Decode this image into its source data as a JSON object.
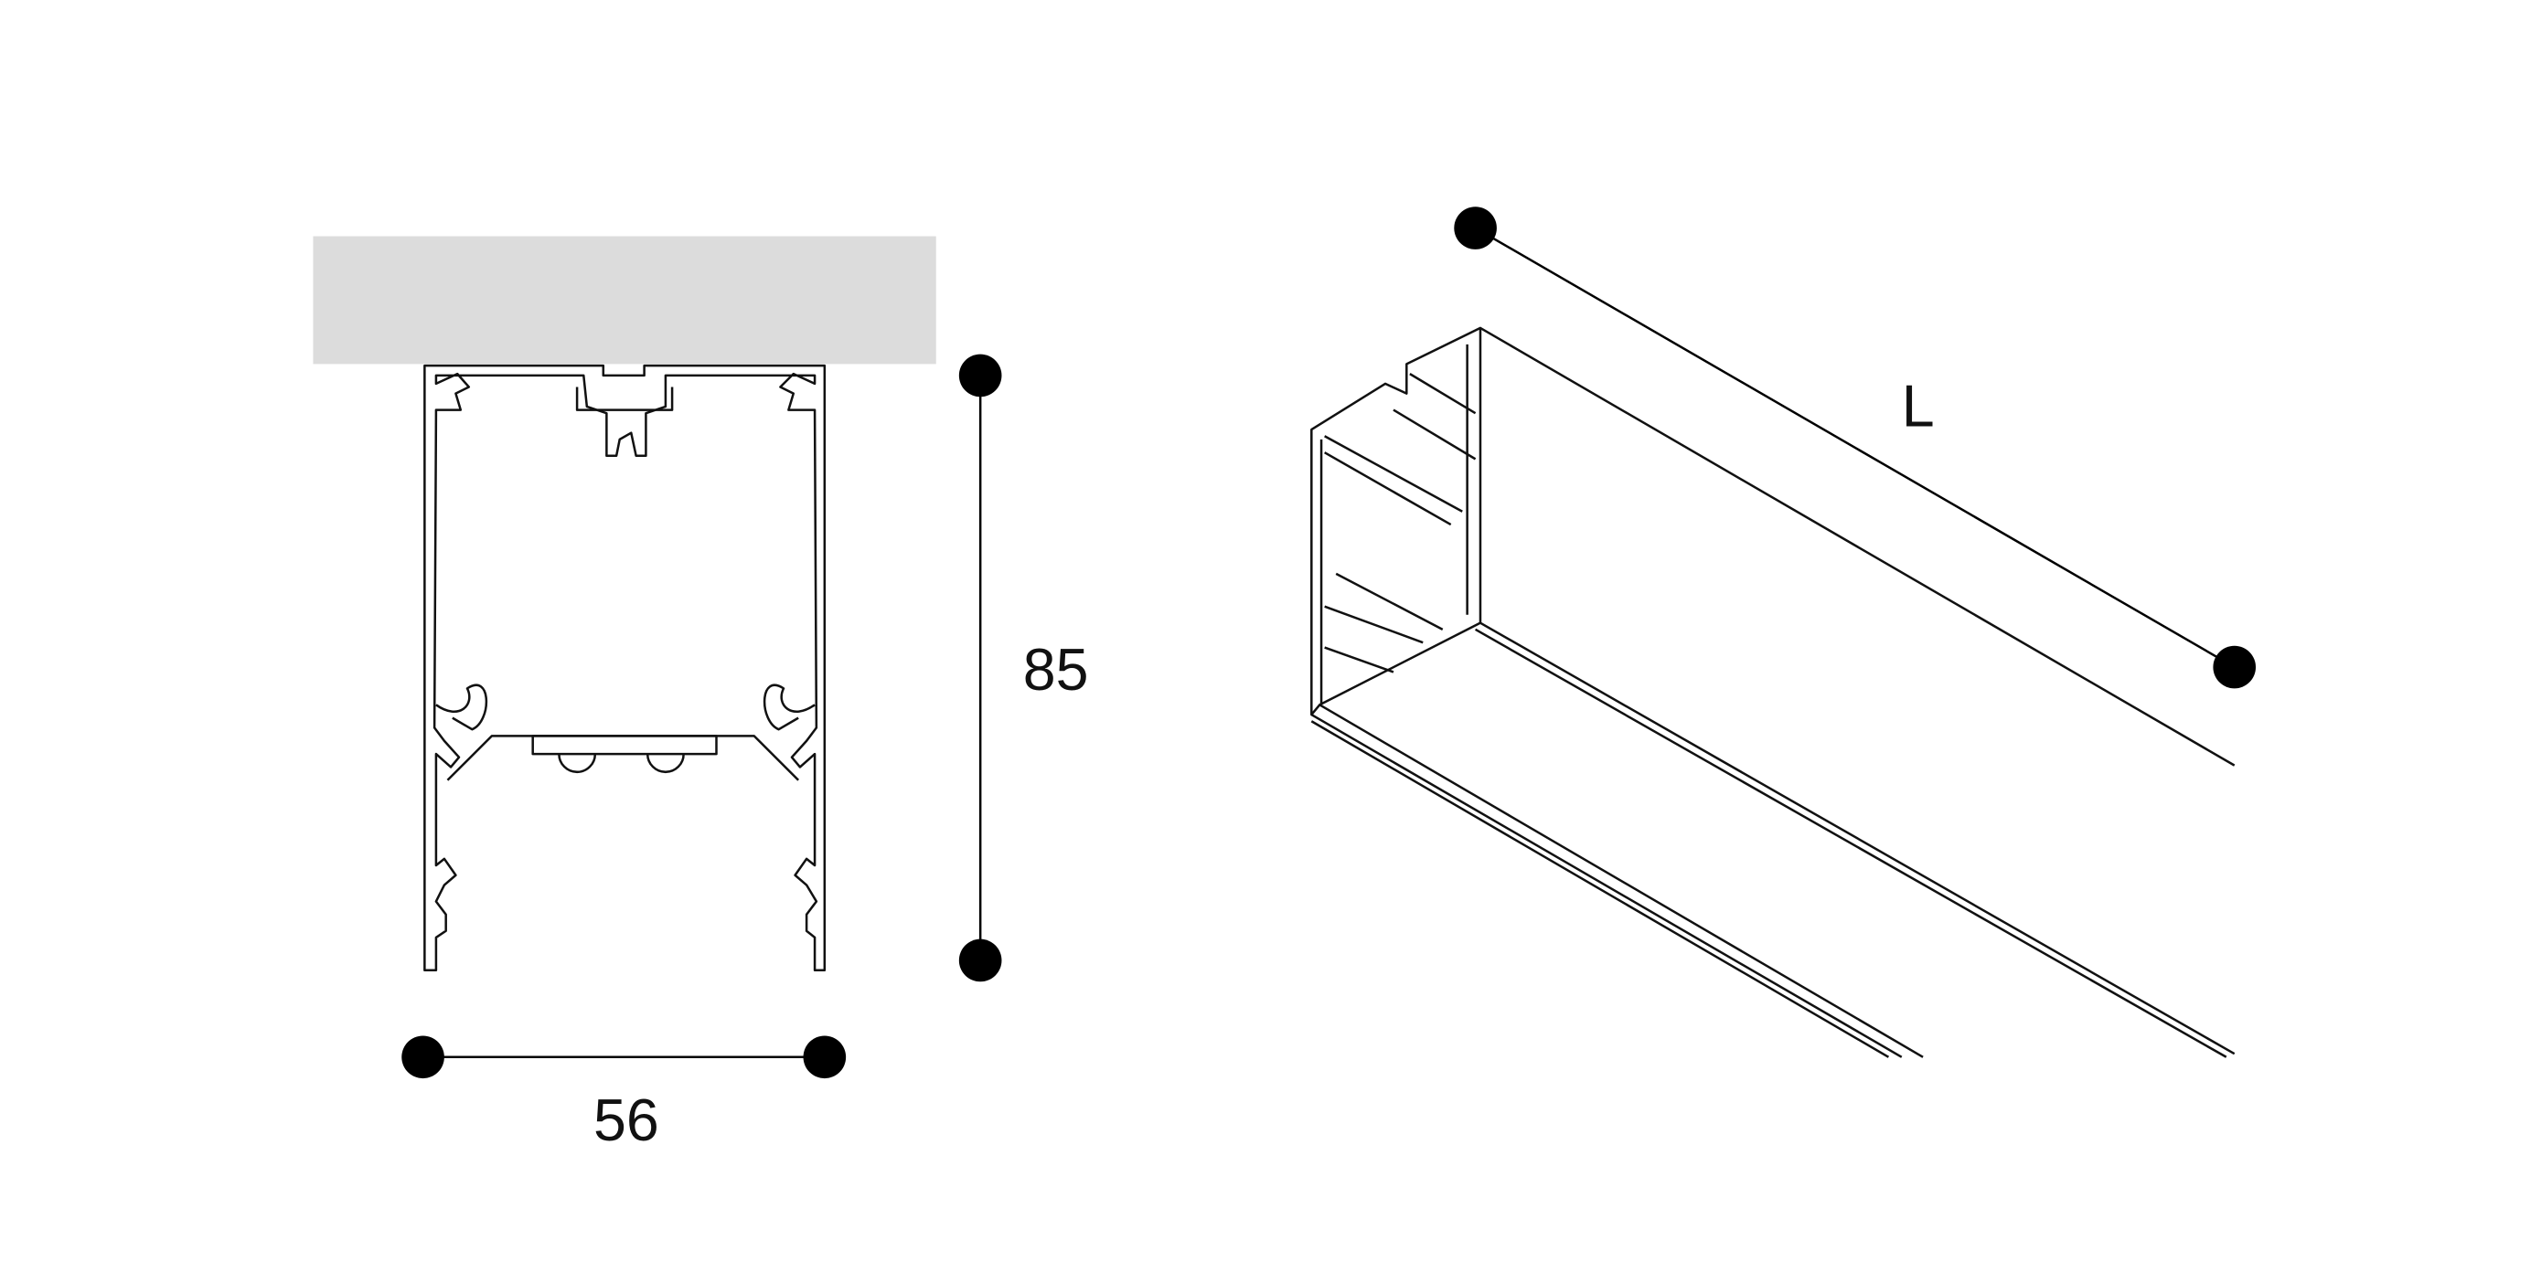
{
  "drawing": {
    "height_label": "85",
    "width_label": "56",
    "length_label": "L",
    "colors": {
      "line": "#111111",
      "ceiling": "#dcdcdc",
      "dot": "#000000"
    }
  }
}
